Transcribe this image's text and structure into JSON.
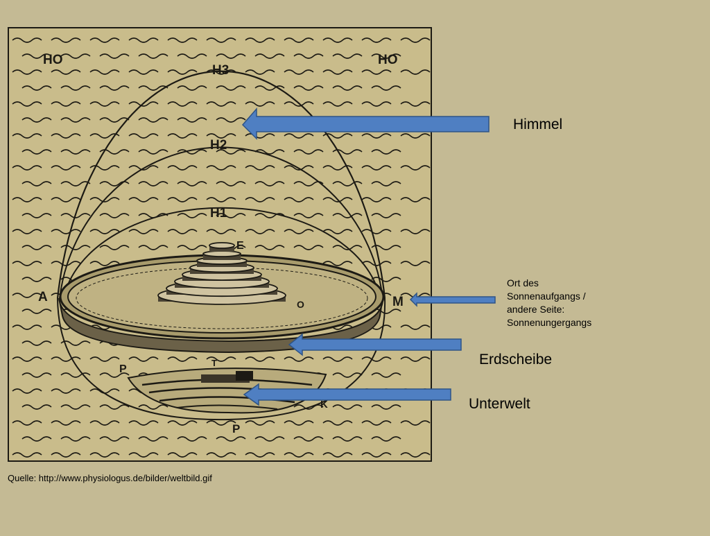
{
  "colors": {
    "background": "#c4ba94",
    "illustration_paper": "#c9bc8b",
    "ink": "#1c1a14",
    "arrow_fill": "#4f7fc2",
    "arrow_stroke": "#2e5486"
  },
  "illustration_letters": {
    "ho_left": "HO",
    "ho_right": "HO",
    "h3": "H3",
    "h2": "H2",
    "h1": "H1",
    "e": "E",
    "a": "A",
    "m": "M",
    "o": "O",
    "t": "T",
    "p_upper": "P",
    "p_lower": "P",
    "k": "K"
  },
  "labels": {
    "himmel": "Himmel",
    "sonnen_lines": [
      "Ort des",
      "Sonnenaufgangs /",
      "andere Seite:",
      "Sonnenungergangs"
    ],
    "erdscheibe": "Erdscheibe",
    "unterwelt": "Unterwelt"
  },
  "source": "Quelle: http://www.physiologus.de/bilder/weltbild.gif"
}
